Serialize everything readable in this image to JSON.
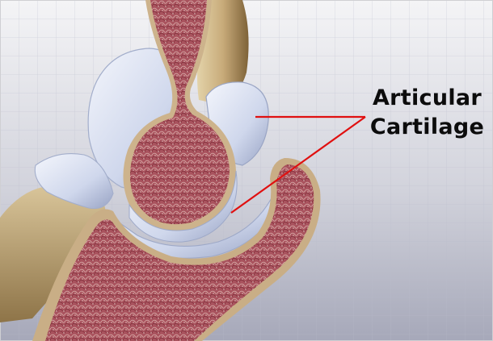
{
  "label": {
    "line1": "Articular",
    "line2": "Cartilage"
  },
  "colors": {
    "background_top": "#f2f2f4",
    "background_bottom": "#a7a8b9",
    "grid": "#bfc1cf",
    "bone_tissue": "#a8545e",
    "bone_tissue_dark": "#7f2f3a",
    "bone_cortex": "#c4a983",
    "cartilage": "#d4dcee",
    "cartilage_shadow": "#9ea9c8",
    "pointer_line": "#e01010"
  },
  "icons": [
    "femur-head-shape",
    "tibia-shape",
    "patella-shape",
    "pointer-lines"
  ]
}
